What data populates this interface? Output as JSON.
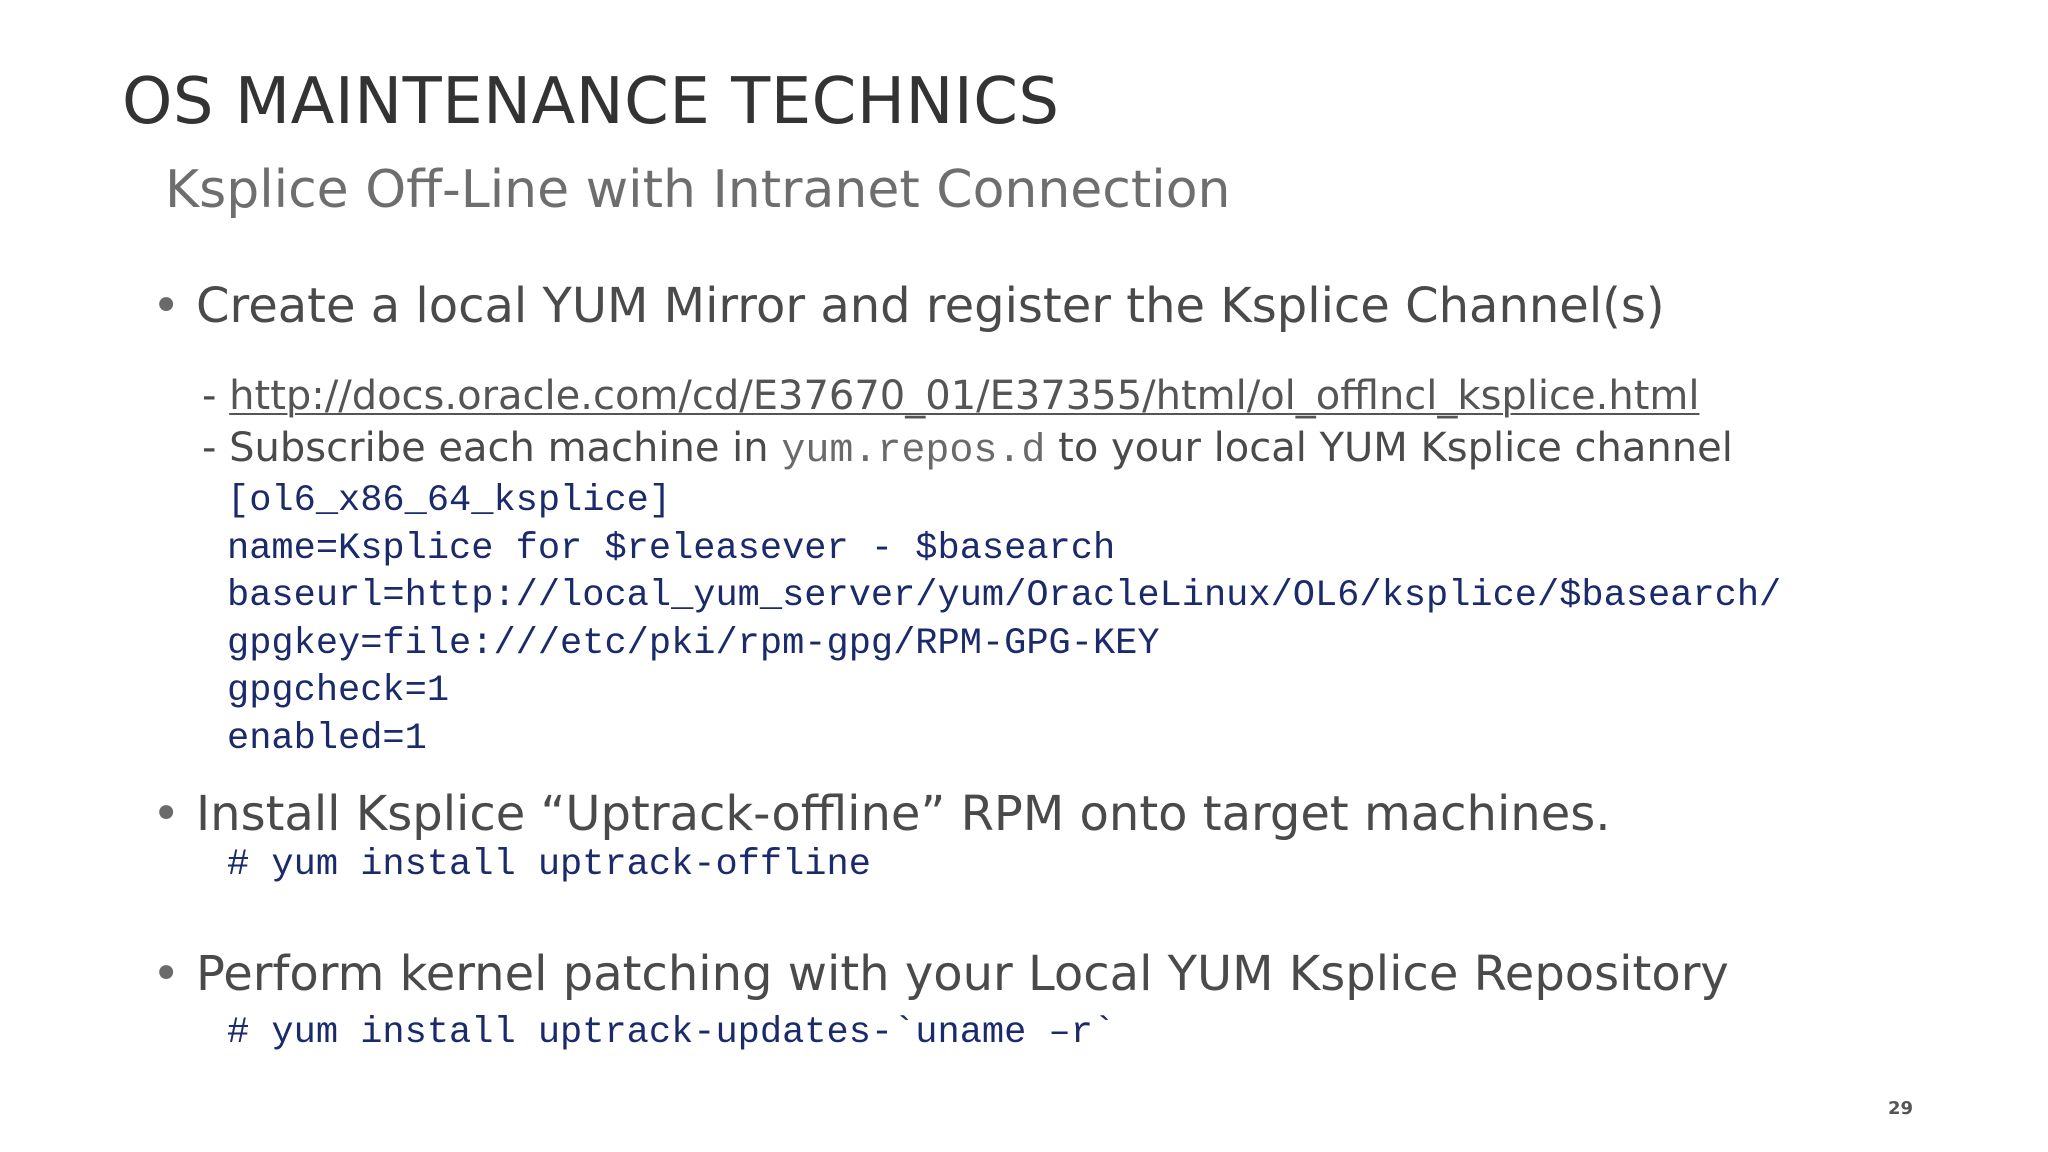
{
  "slide": {
    "title": "OS MAINTENANCE TECHNICS",
    "subtitle": "Ksplice Off-Line with Intranet Connection",
    "bullet_symbol": "•",
    "bullets": [
      {
        "text": "Create a local YUM Mirror and register the Ksplice Channel(s)",
        "sub": {
          "dash1": "- ",
          "link": "http://docs.oracle.com/cd/E37670_01/E37355/html/ol_offlncl_ksplice.html",
          "dash2": "- ",
          "text_before": "Subscribe each machine in ",
          "inline_code": "yum.repos.d",
          "text_after": " to your local YUM Ksplice channel"
        },
        "code": [
          "[ol6_x86_64_ksplice]",
          "name=Ksplice for $releasever - $basearch",
          "baseurl=http://local_yum_server/yum/OracleLinux/OL6/ksplice/$basearch/",
          "gpgkey=file:///etc/pki/rpm-gpg/RPM-GPG-KEY",
          "gpgcheck=1",
          "enabled=1"
        ]
      },
      {
        "text": "Install Ksplice “Uptrack-offline” RPM onto target machines.",
        "code": "# yum install uptrack-offline"
      },
      {
        "text": "Perform kernel patching with your Local YUM Ksplice Repository",
        "code": "# yum install uptrack-updates-`uname –r`"
      }
    ],
    "page_number": "29"
  },
  "colors": {
    "title": "#333333",
    "subtitle": "#6e6e6e",
    "body_text": "#4a4a4a",
    "code_text": "#1a2a6b",
    "background": "#ffffff"
  }
}
